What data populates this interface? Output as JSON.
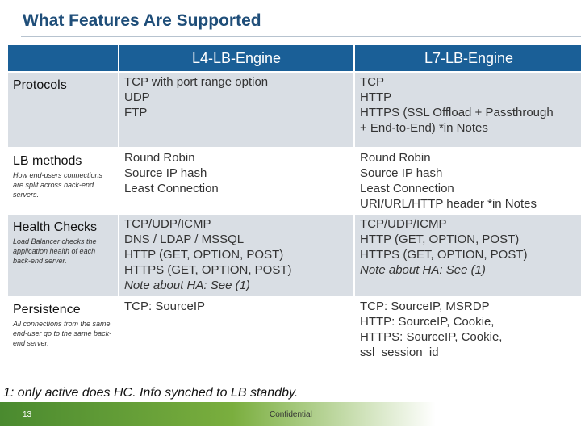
{
  "slide": {
    "title": "What Features Are Supported",
    "footnote": "1: only active does HC. Info synched to LB standby.",
    "page_number": "13",
    "confidential": "Confidential",
    "logo": "vmware"
  },
  "table": {
    "headers": [
      "",
      "L4-LB-Engine",
      "L7-LB-Engine"
    ],
    "rows": [
      {
        "label": "Protocols",
        "desc": "",
        "l4": [
          "TCP with port range option",
          "UDP",
          "FTP"
        ],
        "l7": [
          "TCP",
          "HTTP",
          "HTTPS (SSL Offload + Passthrough",
          "+ End-to-End) *in Notes"
        ]
      },
      {
        "label": "LB methods",
        "desc": "How end-users connections are split across back-end servers.",
        "l4": [
          "Round Robin",
          "Source IP hash",
          "Least Connection"
        ],
        "l7": [
          "Round Robin",
          "Source IP hash",
          "Least Connection",
          "URI/URL/HTTP header *in Notes"
        ]
      },
      {
        "label": "Health Checks",
        "desc": "Load Balancer checks the application health of each back-end server.",
        "l4": [
          "TCP/UDP/ICMP",
          "DNS / LDAP / MSSQL",
          "HTTP (GET, OPTION, POST)",
          "HTTPS (GET, OPTION, POST)",
          "Note about HA: See (1)"
        ],
        "l7": [
          "TCP/UDP/ICMP",
          "HTTP (GET, OPTION, POST)",
          "HTTPS (GET, OPTION, POST)",
          "Note about HA: See (1)"
        ]
      },
      {
        "label": "Persistence",
        "desc": "All connections from the same end-user go to the same back-end server.",
        "l4": [
          "TCP: SourceIP"
        ],
        "l7": [
          "TCP: SourceIP, MSRDP",
          "HTTP: SourceIP, Cookie,",
          "HTTPS: SourceIP, Cookie,",
          "ssl_session_id"
        ]
      }
    ]
  },
  "colors": {
    "header_bg": "#1a5f97",
    "title": "#1f4e79",
    "shade": "#d9dee4",
    "footer_green": "#4a8a2f"
  }
}
